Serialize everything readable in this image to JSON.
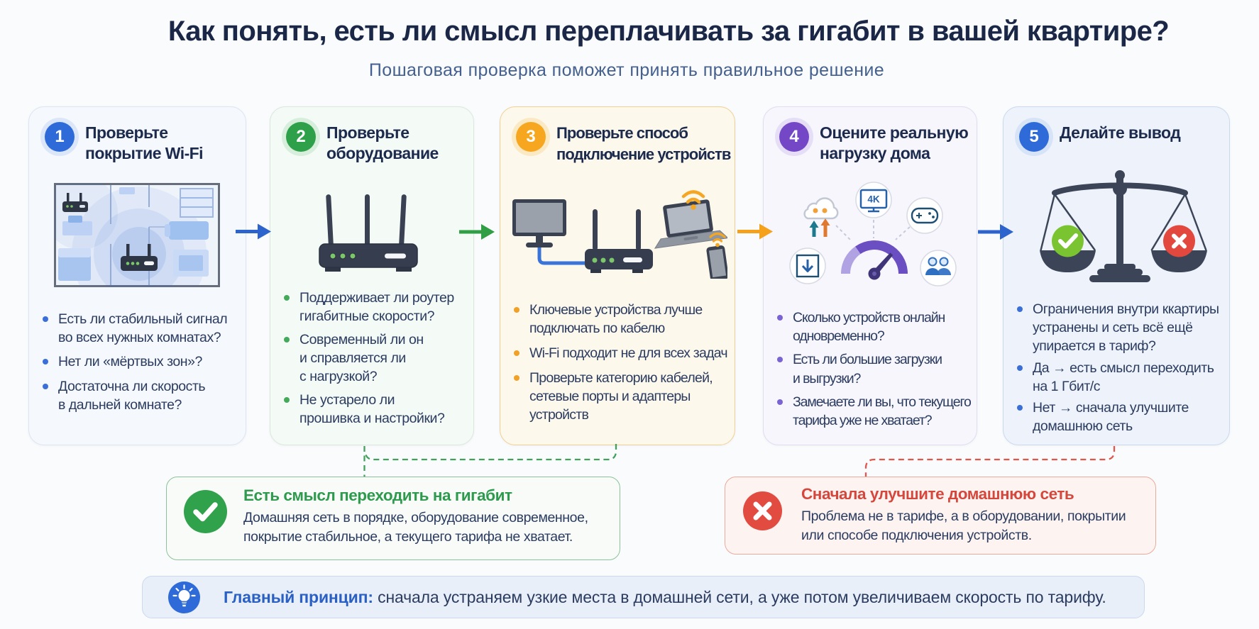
{
  "page": {
    "title": "Как понять, есть ли смысл переплачивать за гигабит в вашей квартире?",
    "subtitle": "Пошаговая проверка поможет принять правильное решение"
  },
  "colors": {
    "title_text": "#1a2747",
    "body_text": "#2b3c60",
    "step1_accent": "#2e6bd9",
    "step2_accent": "#2fa04a",
    "step3_accent": "#f6a71f",
    "step4_accent": "#7347c5",
    "step5_accent": "#2e6bd9",
    "verdict_positive": "#2d9a4d",
    "verdict_negative": "#d5473c",
    "footer_accent": "#2a5fc4"
  },
  "cards": [
    {
      "number": "1",
      "title": "Проверьте\nпокрытие Wi-Fi",
      "bullets": [
        "Есть ли стабильный сигнал\nво всех нужных комнатах?",
        "Нет ли «мёртвых зон»?",
        "Достаточна ли скорость\nв дальней комнате?"
      ]
    },
    {
      "number": "2",
      "title": "Проверьте\nоборудование",
      "bullets": [
        "Поддерживает ли роутер\nгигабитные скорости?",
        "Современный ли он\nи справляется ли\nс нагрузкой?",
        "Не устарело ли\nпрошивка и настройки?"
      ]
    },
    {
      "number": "3",
      "title": "Проверьте способ\nподключение устройств",
      "bullets": [
        "Ключевые устройства лучше\nподключать по кабелю",
        "Wi-Fi подходит не для всех задач",
        "Проверьте категорию кабелей,\nсетевые порты и адаптеры\nустройств"
      ]
    },
    {
      "number": "4",
      "title": "Оцените реальную\nнагрузку дома",
      "bullets": [
        "Сколько устройств онлайн\nодновременно?",
        "Есть ли большие загрузки\nи выгрузки?",
        "Замечаете ли вы, что текущего\nтарифа уже не хватает?"
      ]
    },
    {
      "number": "5",
      "title": "Делайте вывод",
      "bullets": [
        "Ограничения внутри ккартиры\nустранены и сеть всё ещё\nупирается в тариф?",
        "Да → есть смысл переходить\nна 1 Гбит/с",
        "Нет → сначала улучшите\nдомашнюю сеть"
      ]
    }
  ],
  "icon_4k_label": "4K",
  "verdicts": {
    "positive": {
      "title": "Есть смысл переходить на гигабит",
      "text": "Домашняя сеть в порядке, оборудование современное,\nпокрытие стабильное, а текущего тарифа не хватает."
    },
    "negative": {
      "title": "Сначала улучшите домашнюю сеть",
      "text": "Проблема не в тарифе, а в оборудовании, покрытии\nили способе подключения устройств."
    }
  },
  "footer": {
    "label": "Главный принцип:",
    "text": " сначала устраняем узкие места в домашней сети, а уже потом увеличиваем скорость по тарифу."
  }
}
